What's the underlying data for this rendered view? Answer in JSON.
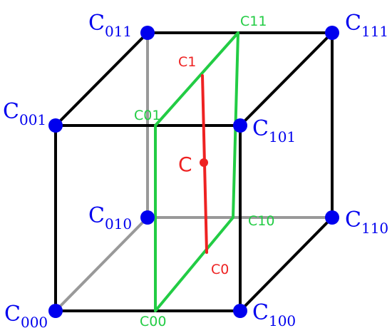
{
  "colors": {
    "edge_front": "#000000",
    "edge_hidden": "#999999",
    "plane": "#22cc44",
    "interp_line": "#ee2222",
    "vertex": "#0000ee",
    "label_blue": "#0000ee",
    "label_green": "#22cc44",
    "label_red": "#ee2222"
  },
  "corners": [
    {
      "id": "000",
      "base": "C",
      "sub": "000"
    },
    {
      "id": "001",
      "base": "C",
      "sub": "001"
    },
    {
      "id": "010",
      "base": "C",
      "sub": "010"
    },
    {
      "id": "011",
      "base": "C",
      "sub": "011"
    },
    {
      "id": "100",
      "base": "C",
      "sub": "100"
    },
    {
      "id": "101",
      "base": "C",
      "sub": "101"
    },
    {
      "id": "110",
      "base": "C",
      "sub": "110"
    },
    {
      "id": "111",
      "base": "C",
      "sub": "111"
    }
  ],
  "plane_points": {
    "c00": "C00",
    "c01": "C01",
    "c10": "C10",
    "c11": "C11"
  },
  "line_points": {
    "c0": "C0",
    "c1": "C1"
  },
  "center_label": "C"
}
